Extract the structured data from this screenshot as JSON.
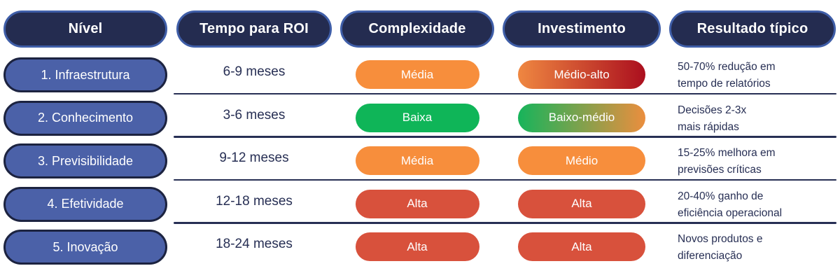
{
  "colors": {
    "header_pill_bg": "#242c50",
    "header_pill_border": "#3f5ea8",
    "level_pill_bg": "#4b61a8",
    "level_pill_border": "#1c2340",
    "text_dark_navy": "#272f54",
    "divider": "#272f54",
    "orange": "#f78e3c",
    "green": "#0fb558",
    "red": "#d8513c",
    "gradient_orange_red": "linear-gradient(90deg,#ef8741,#ab0f1e)",
    "gradient_green_orange": "linear-gradient(90deg,#16b45b,#eb8e3e)"
  },
  "header": {
    "columns": [
      "Nível",
      "Tempo para ROI",
      "Complexidade",
      "Investimento",
      "Resultado típico"
    ]
  },
  "rows": [
    {
      "level": "1. Infraestrutura",
      "roi_time": "6-9 meses",
      "complexity": {
        "label": "Média",
        "bg": "#f78e3c"
      },
      "investment": {
        "label": "Médio-alto",
        "bg": "linear-gradient(90deg,#ef8741,#ab0f1e)"
      },
      "result": "50-70% redução em\ntempo de relatórios"
    },
    {
      "level": "2. Conhecimento",
      "roi_time": "3-6 meses",
      "complexity": {
        "label": "Baixa",
        "bg": "#0fb558"
      },
      "investment": {
        "label": "Baixo-médio",
        "bg": "linear-gradient(90deg,#16b45b,#eb8e3e)"
      },
      "result": "Decisões 2-3x\nmais rápidas"
    },
    {
      "level": "3. Previsibilidade",
      "roi_time": "9-12 meses",
      "complexity": {
        "label": "Média",
        "bg": "#f78e3c"
      },
      "investment": {
        "label": "Médio",
        "bg": "#f78e3c"
      },
      "result": "15-25% melhora em\nprevisões críticas"
    },
    {
      "level": "4. Efetividade",
      "roi_time": "12-18 meses",
      "complexity": {
        "label": "Alta",
        "bg": "#d8513c"
      },
      "investment": {
        "label": "Alta",
        "bg": "#d8513c"
      },
      "result": "20-40% ganho de\neficiência operacional"
    },
    {
      "level": "5. Inovação",
      "roi_time": "18-24 meses",
      "complexity": {
        "label": "Alta",
        "bg": "#d8513c"
      },
      "investment": {
        "label": "Alta",
        "bg": "#d8513c"
      },
      "result": "Novos produtos e\ndiferenciação"
    }
  ],
  "chart_data": {
    "type": "table",
    "title": "",
    "columns": [
      "Nível",
      "Tempo para ROI",
      "Complexidade",
      "Investimento",
      "Resultado típico"
    ],
    "rows": [
      [
        "1. Infraestrutura",
        "6-9 meses",
        "Média",
        "Médio-alto",
        "50-70% redução em tempo de relatórios"
      ],
      [
        "2. Conhecimento",
        "3-6 meses",
        "Baixa",
        "Baixo-médio",
        "Decisões 2-3x mais rápidas"
      ],
      [
        "3. Previsibilidade",
        "9-12 meses",
        "Média",
        "Médio",
        "15-25% melhora em previsões críticas"
      ],
      [
        "4. Efetividade",
        "12-18 meses",
        "Alta",
        "Alta",
        "20-40% ganho de eficiência operacional"
      ],
      [
        "5. Inovação",
        "18-24 meses",
        "Alta",
        "Alta",
        "Novos produtos e diferenciação"
      ]
    ]
  }
}
